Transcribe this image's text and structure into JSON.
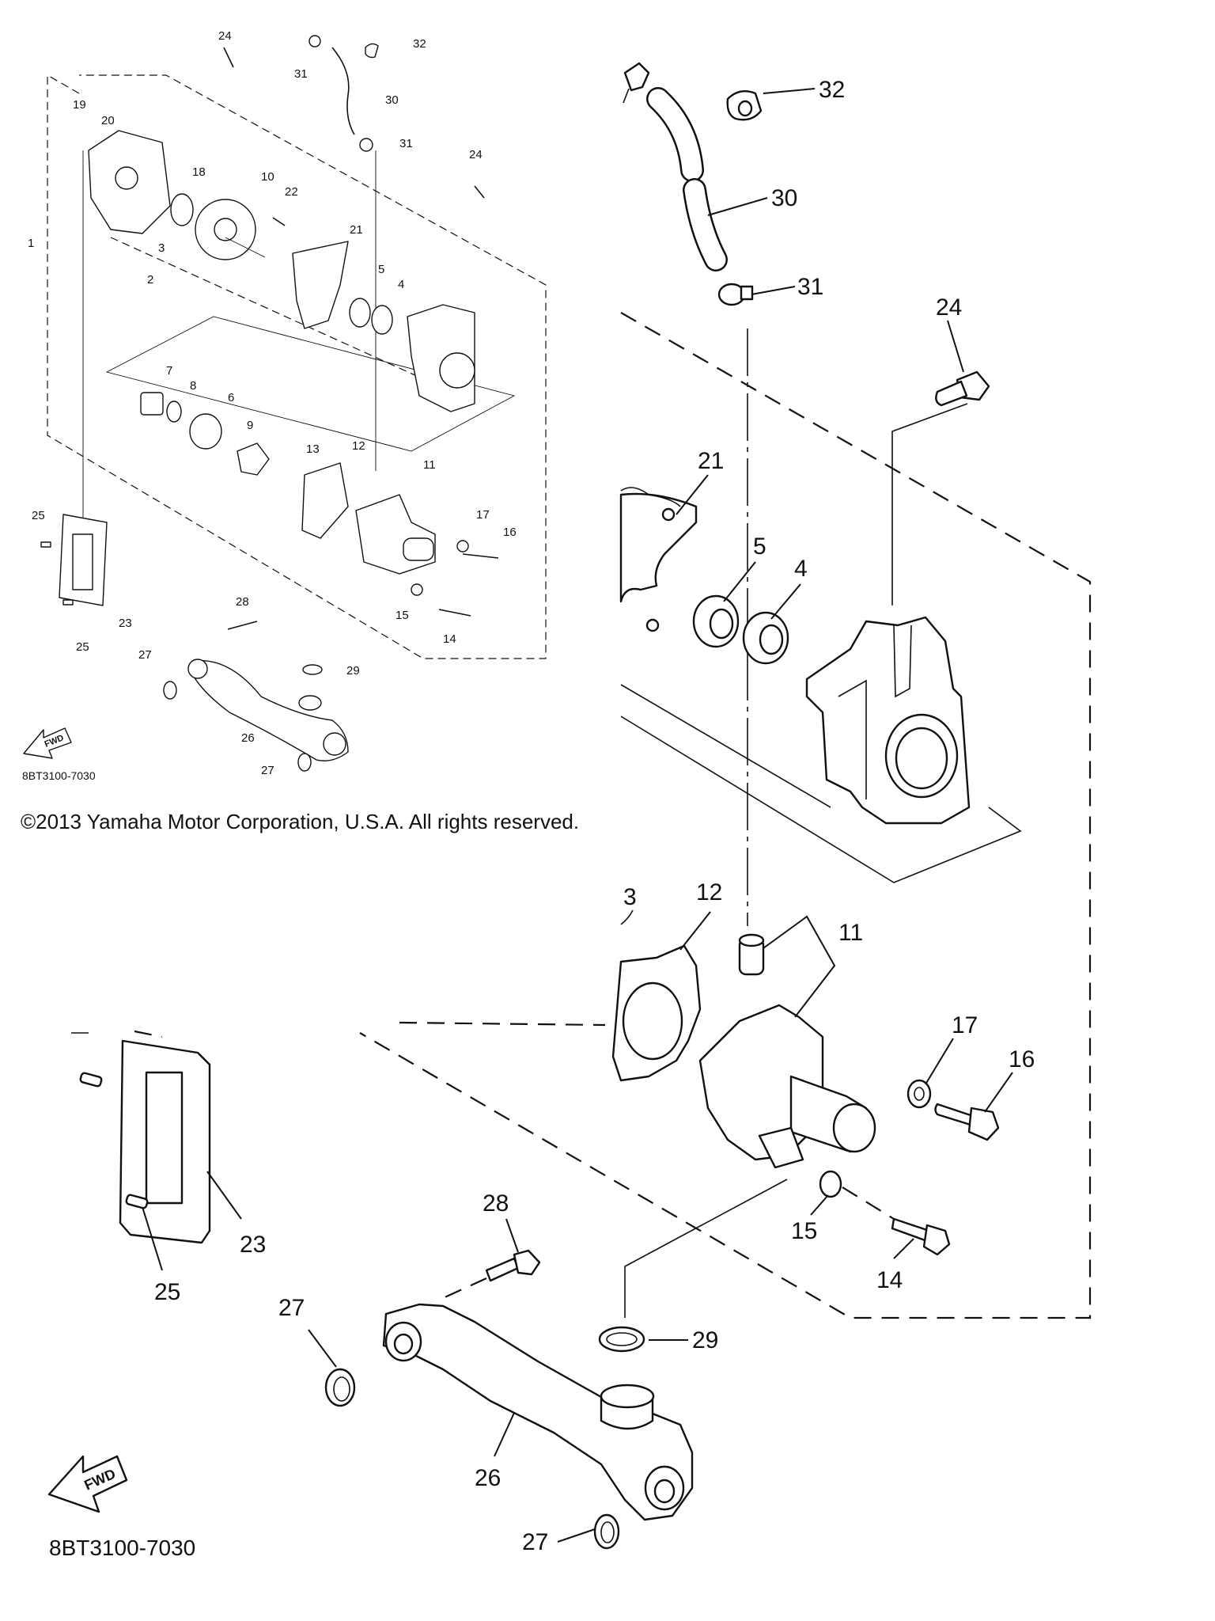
{
  "copyright": "©2013 Yamaha Motor Corporation, U.S.A. All rights reserved.",
  "diagram_code": "8BT3100-7030",
  "fwd_label": "FWD",
  "overview": {
    "labels": {
      "l1": "1",
      "l2": "2",
      "l3": "3",
      "l4": "4",
      "l5": "5",
      "l6": "6",
      "l7": "7",
      "l8": "8",
      "l9": "9",
      "l10": "10",
      "l11": "11",
      "l12": "12",
      "l13": "13",
      "l14": "14",
      "l15": "15",
      "l16": "16",
      "l17": "17",
      "l18": "18",
      "l19": "19",
      "l20": "20",
      "l21": "21",
      "l22": "22",
      "l23": "23",
      "l24a": "24",
      "l24b": "24",
      "l25a": "25",
      "l25b": "25",
      "l26": "26",
      "l27a": "27",
      "l27b": "27",
      "l28": "28",
      "l29": "29",
      "l30": "30",
      "l31a": "31",
      "l31b": "31",
      "l32": "32"
    }
  },
  "detail": {
    "labels": {
      "l3": "3",
      "l4": "4",
      "l5": "5",
      "l11": "11",
      "l12": "12",
      "l14": "14",
      "l15": "15",
      "l16": "16",
      "l17": "17",
      "l21": "21",
      "l23": "23",
      "l24": "24",
      "l25": "25",
      "l26": "26",
      "l27a": "27",
      "l27b": "27",
      "l28": "28",
      "l29": "29",
      "l30": "30",
      "l31": "31",
      "l32": "32"
    }
  }
}
